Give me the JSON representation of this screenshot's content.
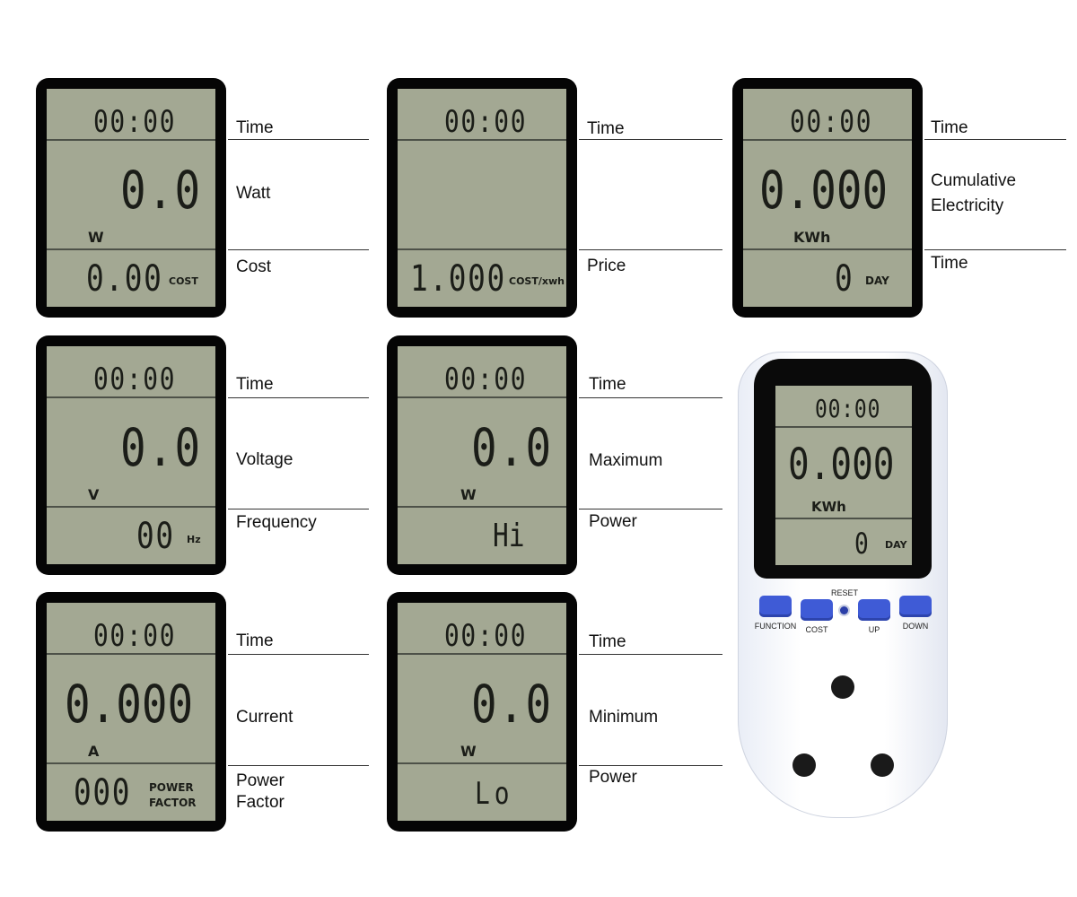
{
  "panels": [
    {
      "id": "p1",
      "top": "00:00",
      "middle": "0.0",
      "unit": "W",
      "bottom": "0.00",
      "bottom_unit": "COST",
      "labels": [
        "Time",
        "Watt",
        "Cost"
      ]
    },
    {
      "id": "p2",
      "top": "00:00",
      "middle": "",
      "unit": "",
      "bottom": "1.000",
      "bottom_unit": "COST/xwh",
      "labels": [
        "Time",
        "",
        "Price"
      ]
    },
    {
      "id": "p3",
      "top": "00:00",
      "middle": "0.000",
      "unit": "KWh",
      "bottom": "0",
      "bottom_unit": "DAY",
      "labels": [
        "Time",
        "Cumulative\nElectricity",
        "Time"
      ]
    },
    {
      "id": "p4",
      "top": "00:00",
      "middle": "0.0",
      "unit": "V",
      "bottom": "00",
      "bottom_unit": "Hz",
      "labels": [
        "Time",
        "Voltage",
        "Frequency"
      ]
    },
    {
      "id": "p5",
      "top": "00:00",
      "middle": "0.0",
      "unit": "W",
      "bottom": "Hi",
      "bottom_unit": "",
      "labels": [
        "Time",
        "Maximum",
        "Power"
      ]
    },
    {
      "id": "p7",
      "top": "00:00",
      "middle": "0.000",
      "unit": "A",
      "bottom": "000",
      "bottom_unit": "POWER\nFACTOR",
      "labels": [
        "Time",
        "Current",
        "Power\nFactor"
      ]
    },
    {
      "id": "p8",
      "top": "00:00",
      "middle": "0.0",
      "unit": "W",
      "bottom": "Lo",
      "bottom_unit": "",
      "labels": [
        "Time",
        "Minimum",
        "Power"
      ]
    }
  ],
  "device": {
    "top": "00:00",
    "middle": "0.000",
    "unit": "KWh",
    "bottom": "0",
    "bottom_unit": "DAY",
    "reset_label": "RESET",
    "buttons": [
      "FUNCTION",
      "COST",
      "UP",
      "DOWN"
    ],
    "colors": {
      "button": "#3f5bd6",
      "lcd": "#a6ab96",
      "body": "#ffffff"
    }
  }
}
